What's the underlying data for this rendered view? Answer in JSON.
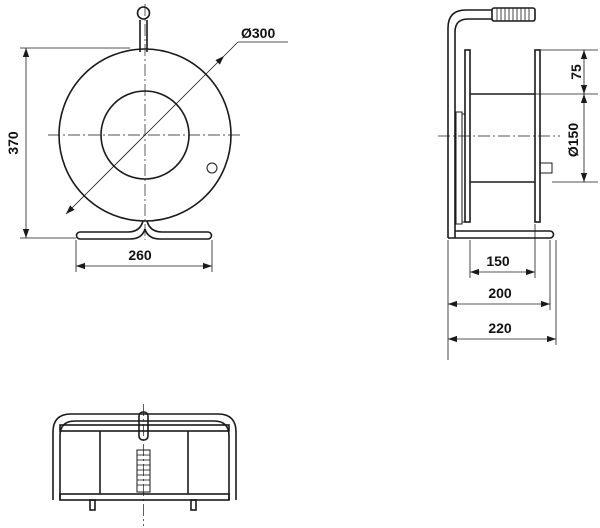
{
  "dimensions": {
    "outer_diameter": "Ø300",
    "inner_diameter": "Ø150",
    "front_width": "260",
    "front_height": "370",
    "flange_offset": "75",
    "drum_width": "150",
    "flange_width": "200",
    "overall_width": "220"
  }
}
